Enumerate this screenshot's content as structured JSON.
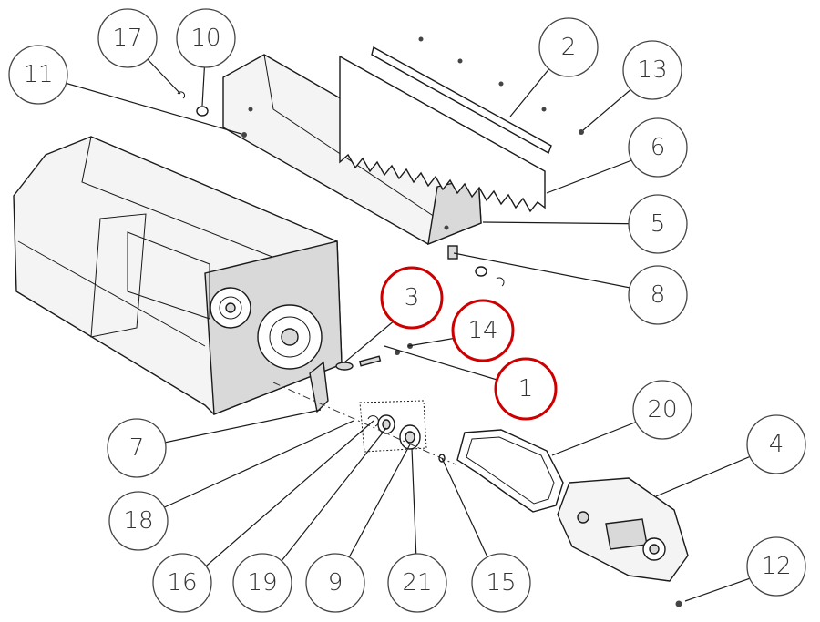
{
  "callouts": [
    {
      "id": "c1",
      "label": "1",
      "highlighted": true
    },
    {
      "id": "c2",
      "label": "2",
      "highlighted": false
    },
    {
      "id": "c3",
      "label": "3",
      "highlighted": true
    },
    {
      "id": "c4",
      "label": "4",
      "highlighted": false
    },
    {
      "id": "c5",
      "label": "5",
      "highlighted": false
    },
    {
      "id": "c6",
      "label": "6",
      "highlighted": false
    },
    {
      "id": "c7",
      "label": "7",
      "highlighted": false
    },
    {
      "id": "c8",
      "label": "8",
      "highlighted": false
    },
    {
      "id": "c9",
      "label": "9",
      "highlighted": false
    },
    {
      "id": "c10",
      "label": "10",
      "highlighted": false
    },
    {
      "id": "c11",
      "label": "11",
      "highlighted": false
    },
    {
      "id": "c12",
      "label": "12",
      "highlighted": false
    },
    {
      "id": "c13",
      "label": "13",
      "highlighted": false
    },
    {
      "id": "c14",
      "label": "14",
      "highlighted": true
    },
    {
      "id": "c15",
      "label": "15",
      "highlighted": false
    },
    {
      "id": "c16",
      "label": "16",
      "highlighted": false
    },
    {
      "id": "c17",
      "label": "17",
      "highlighted": false
    },
    {
      "id": "c18",
      "label": "18",
      "highlighted": false
    },
    {
      "id": "c19",
      "label": "19",
      "highlighted": false
    },
    {
      "id": "c20",
      "label": "20",
      "highlighted": false
    },
    {
      "id": "c21",
      "label": "21",
      "highlighted": false
    }
  ],
  "colors": {
    "highlight": "#cc0000",
    "line": "#1a1a1a",
    "callout_text": "#333333"
  }
}
